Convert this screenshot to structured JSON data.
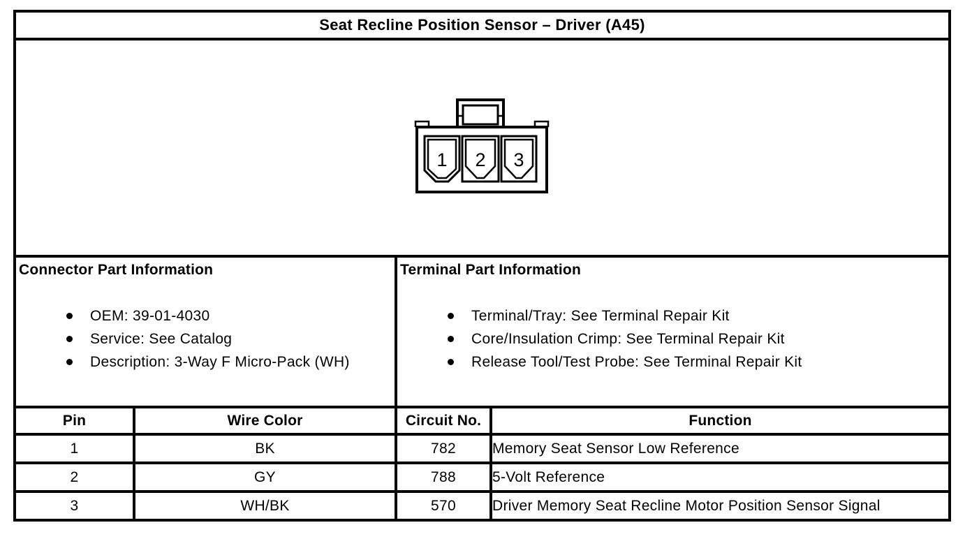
{
  "title": "Seat Recline Position Sensor – Driver (A45)",
  "connector": {
    "pins": [
      "1",
      "2",
      "3"
    ]
  },
  "connector_info": {
    "heading": "Connector Part Information",
    "items": [
      "OEM: 39-01-4030",
      "Service: See Catalog",
      "Description: 3-Way F Micro-Pack (WH)"
    ]
  },
  "terminal_info": {
    "heading": "Terminal Part Information",
    "items": [
      "Terminal/Tray: See Terminal Repair Kit",
      "Core/Insulation Crimp: See Terminal Repair Kit",
      "Release Tool/Test Probe: See Terminal Repair Kit"
    ]
  },
  "pin_table": {
    "headers": [
      "Pin",
      "Wire Color",
      "Circuit No.",
      "Function"
    ],
    "rows": [
      {
        "pin": "1",
        "wire_color": "BK",
        "circuit_no": "782",
        "function": "Memory Seat Sensor Low Reference"
      },
      {
        "pin": "2",
        "wire_color": "GY",
        "circuit_no": "788",
        "function": "5-Volt Reference"
      },
      {
        "pin": "3",
        "wire_color": "WH/BK",
        "circuit_no": "570",
        "function": "Driver Memory Seat Recline Motor Position Sensor Signal"
      }
    ]
  },
  "colors": {
    "border": "#000000",
    "background": "#ffffff",
    "text": "#000000"
  }
}
